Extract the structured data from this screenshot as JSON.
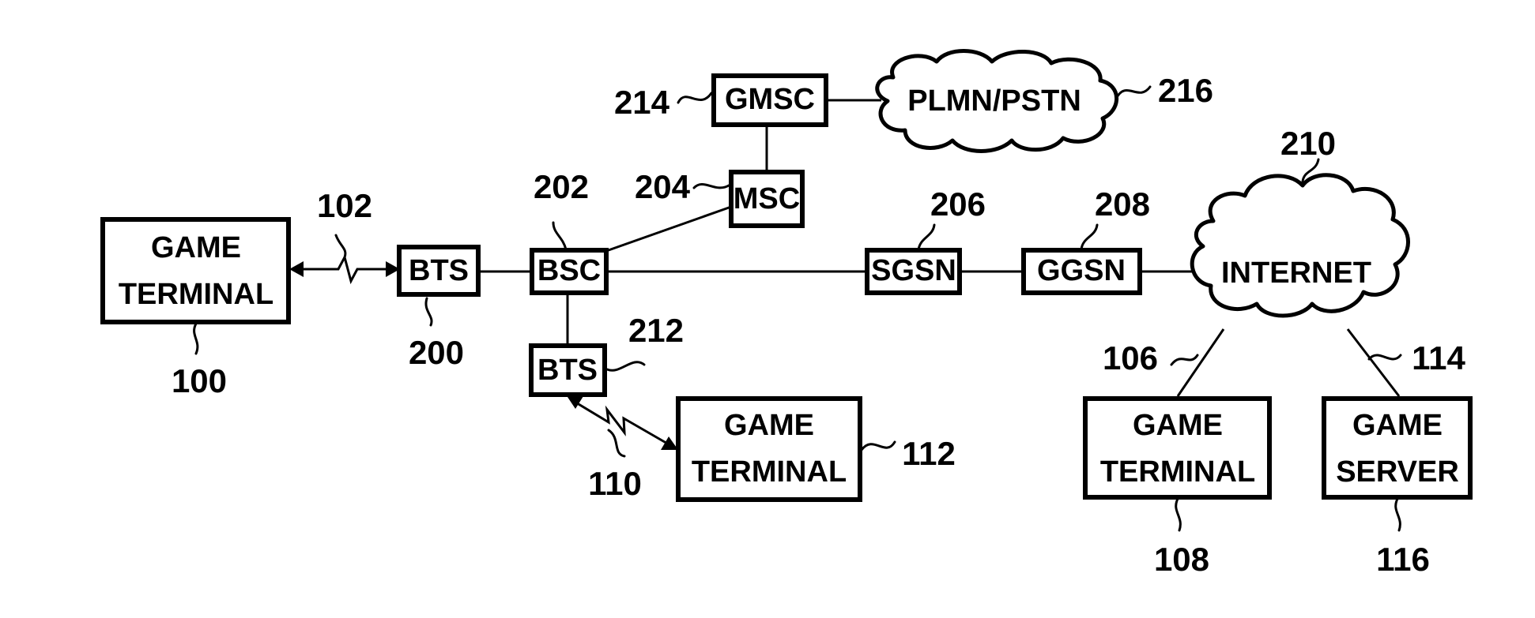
{
  "nodes": {
    "game_terminal_100": {
      "line1": "GAME",
      "line2": "TERMINAL",
      "ref": "100"
    },
    "bts_200": {
      "label": "BTS",
      "ref": "200"
    },
    "bsc_202": {
      "label": "BSC",
      "ref": "202"
    },
    "msc_204": {
      "label": "MSC",
      "ref": "204"
    },
    "gmsc_214": {
      "label": "GMSC",
      "ref": "214"
    },
    "plmn_216": {
      "label": "PLMN/PSTN",
      "ref": "216"
    },
    "sgsn_206": {
      "label": "SGSN",
      "ref": "206"
    },
    "ggsn_208": {
      "label": "GGSN",
      "ref": "208"
    },
    "internet_210": {
      "label": "INTERNET",
      "ref": "210"
    },
    "bts_212": {
      "label": "BTS",
      "ref": "212"
    },
    "game_terminal_112": {
      "line1": "GAME",
      "line2": "TERMINAL",
      "ref": "112"
    },
    "game_terminal_108": {
      "line1": "GAME",
      "line2": "TERMINAL",
      "ref": "108"
    },
    "game_server_116": {
      "line1": "GAME",
      "line2": "SERVER",
      "ref": "116"
    }
  },
  "links": {
    "radio_102": "102",
    "radio_110": "110",
    "link_106": "106",
    "link_114": "114"
  }
}
